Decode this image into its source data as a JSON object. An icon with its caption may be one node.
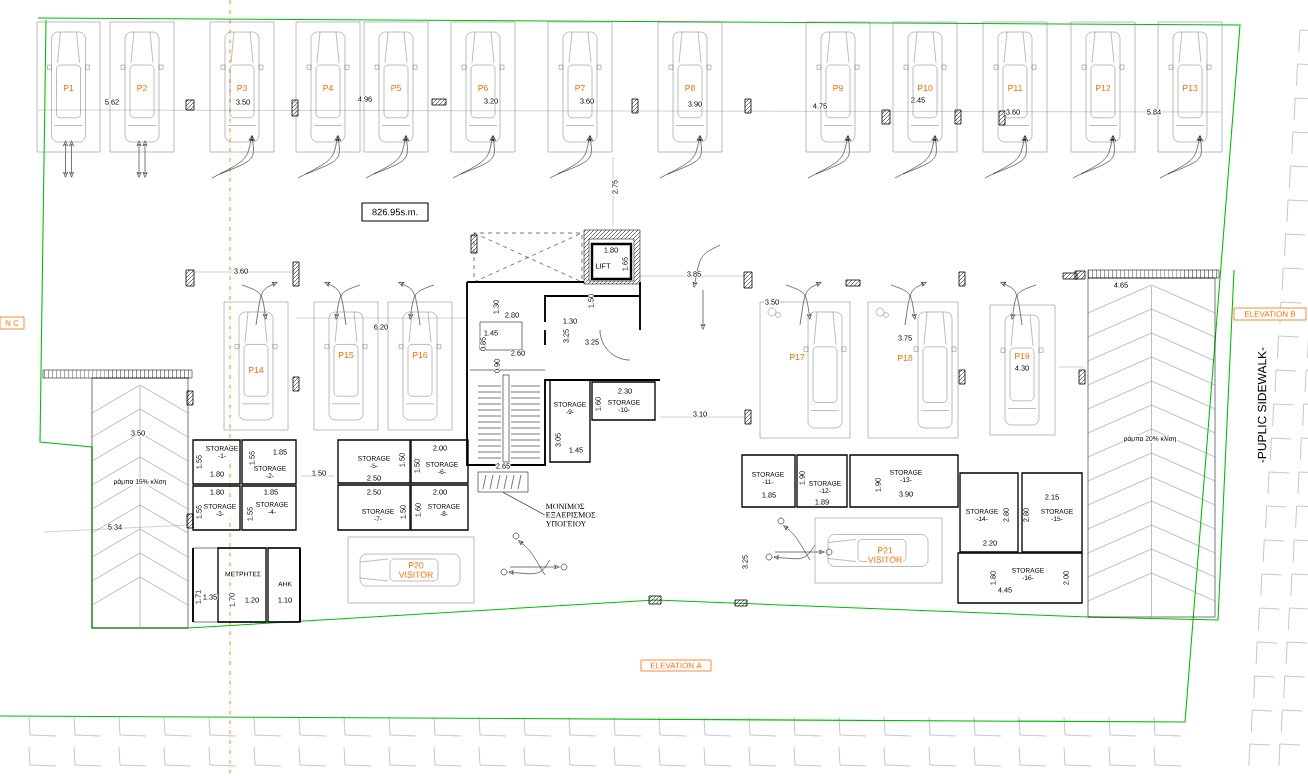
{
  "diagram": {
    "nodes": [
      {
        "text": [
          "P1"
        ]
      },
      {
        "text": [
          "P2"
        ]
      },
      {
        "text": [
          "P3"
        ]
      },
      {
        "text": [
          "P4"
        ]
      },
      {
        "text": [
          "P5"
        ]
      },
      {
        "text": [
          "P6"
        ]
      },
      {
        "text": [
          "P7"
        ]
      },
      {
        "text": [
          "P8"
        ]
      },
      {
        "text": [
          "P9"
        ]
      },
      {
        "text": [
          "P10"
        ]
      },
      {
        "text": [
          "P11"
        ]
      },
      {
        "text": [
          "P12"
        ]
      },
      {
        "text": [
          "P13"
        ]
      },
      {
        "text": [
          "826.95s.m."
        ]
      },
      {
        "text": [
          "LIFT"
        ]
      },
      {
        "text": [
          "P14"
        ]
      },
      {
        "text": [
          "P15"
        ]
      },
      {
        "text": [
          "P16"
        ]
      },
      {
        "text": [
          "P17"
        ]
      },
      {
        "text": [
          "P18"
        ]
      },
      {
        "text": [
          "P19"
        ]
      },
      {
        "text": [
          "N C"
        ]
      },
      {
        "text": [
          "ELEVATION B"
        ]
      },
      {
        "text": [
          "STORAGE",
          "-9-"
        ]
      },
      {
        "text": [
          "STORAGE",
          "-10-"
        ]
      },
      {
        "text": [
          "ράμπα 15% κλίση"
        ]
      },
      {
        "text": [
          "ράμπα 20% κλίση"
        ]
      },
      {
        "text": [
          "STORAGE",
          "-1-"
        ]
      },
      {
        "text": [
          "STORAGE",
          "-2-"
        ]
      },
      {
        "text": [
          "STORAGE",
          "-3-"
        ]
      },
      {
        "text": [
          "STORAGE",
          "-4-"
        ]
      },
      {
        "text": [
          "STORAGE",
          "-5-"
        ]
      },
      {
        "text": [
          "STORAGE",
          "-6-"
        ]
      },
      {
        "text": [
          "STORAGE",
          "-7-"
        ]
      },
      {
        "text": [
          "STORAGE",
          "-8-"
        ]
      },
      {
        "text": [
          "STORAGE",
          "-11-"
        ]
      },
      {
        "text": [
          "STORAGE",
          "-12-"
        ]
      },
      {
        "text": [
          "STORAGE",
          "-13-"
        ]
      },
      {
        "text": [
          "STORAGE",
          "-14-"
        ]
      },
      {
        "text": [
          "STORAGE",
          "-15-"
        ]
      },
      {
        "text": [
          "STORAGE",
          "-16-"
        ]
      },
      {
        "text": [
          "ΜΕΤΡΗΤΕΣ"
        ]
      },
      {
        "text": [
          "ΑΗΚ"
        ]
      },
      {
        "text": [
          "ΜΟΝΙΜΟΣ ΕΞΑΕΡΙΣΜΟΣ ΥΠΟΓΕΙΟΥ"
        ]
      },
      {
        "text": [],
        "shape": "box",
        "beside": [
          "2.65"
        ]
      },
      {
        "text": [
          "P20",
          "VISITOR"
        ]
      },
      {
        "text": [
          "P21",
          "VISITOR"
        ]
      },
      {
        "text": [
          "ELEVATION A"
        ]
      }
    ],
    "edges": [
      {
        "from": 43,
        "to": 44,
        "arrow": "none"
      }
    ],
    "labels": [
      "5.62",
      "3.50",
      "4.96",
      "3.20",
      "3.60",
      "3.90",
      "4.75",
      "2.45",
      "3.60",
      "5.84",
      "2.75",
      "1.80",
      "1.65",
      "3.60",
      "3.85",
      "4.65",
      "1.30",
      "1.50",
      "3.50",
      "2.80",
      "1.30",
      "6.20",
      "1.45",
      "3.25",
      "3.25",
      "3.75",
      "0.85",
      "2.60",
      "4.30",
      "0.90",
      "2.30",
      "1.60",
      "3.10",
      "3.50",
      "3.05",
      "1.45",
      "-PUPLIC SIDEWALK-",
      "1.55",
      "1.80",
      "1.55",
      "1.85",
      "2.00",
      "1.50",
      "1.50",
      "1.50",
      "2.50",
      "1.80",
      "1.85",
      "2.50",
      "2.00",
      "1.90",
      "1.90",
      "1.85",
      "1.89",
      "3.90",
      "2.15",
      "1.55",
      "1.55",
      "1.50",
      "1.60",
      "2.80",
      "2.80",
      "5.34",
      "2.20",
      "3.25",
      "1.80",
      "2.00",
      "4.45",
      "1.71",
      "1.35",
      "1.70",
      "1.20",
      "1.10"
    ]
  }
}
